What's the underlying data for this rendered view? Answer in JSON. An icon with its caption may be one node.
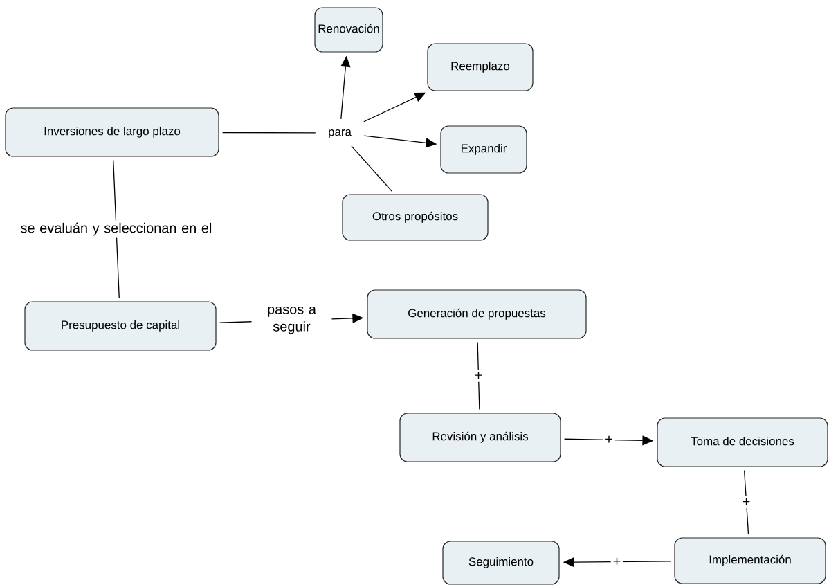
{
  "diagram": {
    "nodes": [
      {
        "text": [
          "Renovación"
        ]
      },
      {
        "text": [
          "Reemplazo"
        ]
      },
      {
        "text": [
          "Inversiones de largo plazo"
        ]
      },
      {
        "text": [
          "para"
        ]
      },
      {
        "text": [
          "Expandir"
        ]
      },
      {
        "text": [
          "Otros propósitos"
        ]
      },
      {
        "text": [
          "Presupuesto de capital"
        ]
      },
      {
        "text": [
          "Generación de propuestas"
        ]
      },
      {
        "text": [
          "Revisión y análisis"
        ]
      },
      {
        "text": [
          "Toma de decisiones"
        ]
      },
      {
        "text": [
          "Implementación"
        ]
      },
      {
        "text": [
          "Seguimiento"
        ]
      }
    ],
    "edges": [
      {
        "from": 2,
        "to": 3,
        "arrow": "none"
      },
      {
        "from": 3,
        "to": 0,
        "arrow": "to"
      },
      {
        "from": 3,
        "to": 1,
        "arrow": "to"
      },
      {
        "from": 3,
        "to": 4,
        "arrow": "to"
      },
      {
        "from": 3,
        "to": 5,
        "arrow": "none"
      },
      {
        "from": 2,
        "to": 6,
        "arrow": "none",
        "label": "se evaluán y seleccionan en el"
      },
      {
        "from": 6,
        "to": 7,
        "arrow": "to",
        "label": "pasos a seguir"
      },
      {
        "from": 7,
        "to": 8,
        "arrow": "none",
        "label": "+"
      },
      {
        "from": 8,
        "to": 9,
        "arrow": "to",
        "label": "+"
      },
      {
        "from": 9,
        "to": 10,
        "arrow": "none",
        "label": "+"
      },
      {
        "from": 10,
        "to": 11,
        "arrow": "to",
        "label": "+"
      }
    ]
  }
}
